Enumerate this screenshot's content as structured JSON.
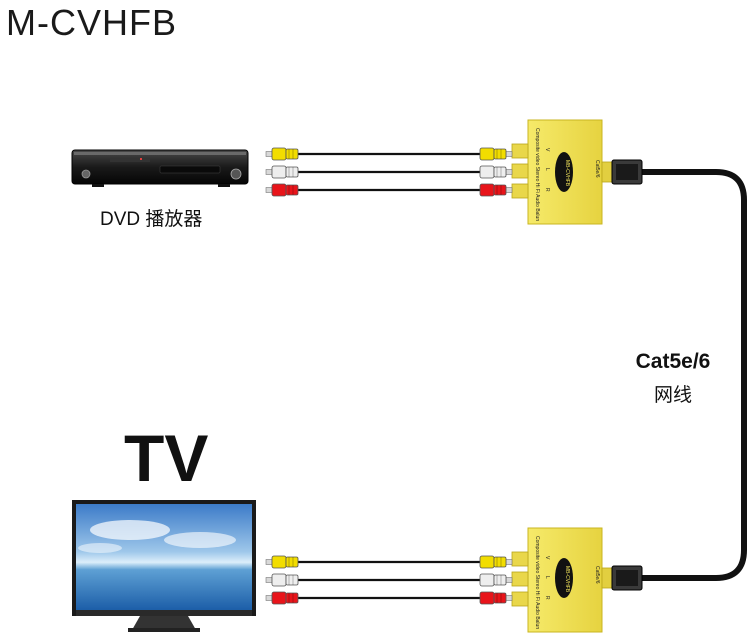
{
  "title": "M-CVHFB",
  "dvd_label": "DVD 播放器",
  "tv_label": "TV",
  "cable": {
    "name": "Cat5e/6",
    "sub": "网线"
  },
  "box": {
    "model": "MB-CVHFB",
    "side_text": "Composite video Stereo Hi Fi Audio Balun",
    "port_labels": [
      "V",
      "L",
      "R"
    ],
    "port_label": "Cat5e/6"
  },
  "colors": {
    "yellow_rca": "#f2dd00",
    "white_rca": "#eeeeee",
    "red_rca": "#e8141a",
    "box": "#f1e35a",
    "cable": "#111111"
  },
  "icons": [
    "dvd-player-icon",
    "tv-icon",
    "rca-plug-icon",
    "rj45-plug-icon"
  ]
}
